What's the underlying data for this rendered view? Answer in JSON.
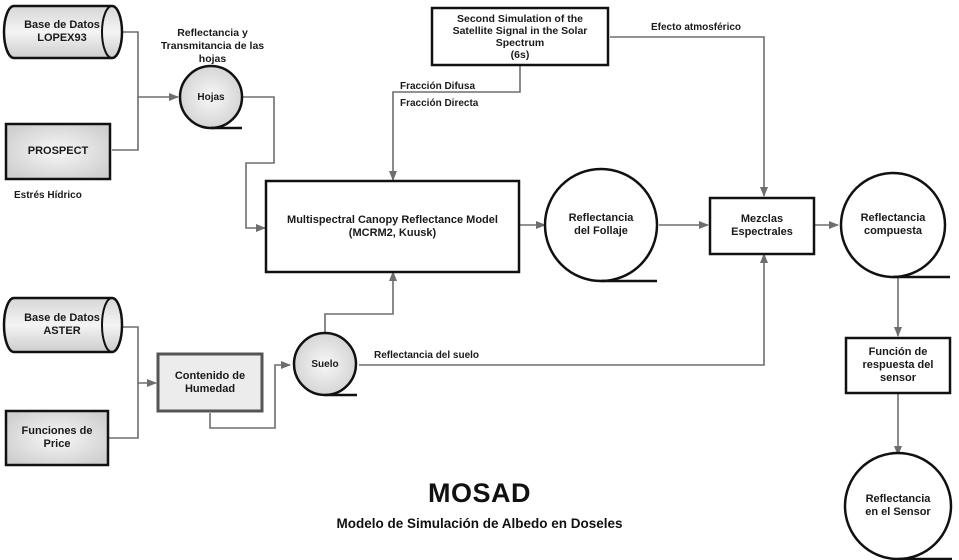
{
  "diagram": {
    "title": "MOSAD",
    "subtitle": "Modelo de Simulación de Albedo en Doseles",
    "nodes": {
      "lopex": {
        "label_1": "Base de Datos",
        "label_2": "LOPEX93",
        "shape": "cylinder"
      },
      "prospect": {
        "label": "PROSPECT",
        "shape": "box"
      },
      "hojas": {
        "label": "Hojas",
        "shape": "stored-data-circle"
      },
      "sixs": {
        "label_1": "Second Simulation of the",
        "label_2": "Satellite Signal in the Solar",
        "label_3": "Spectrum",
        "label_4": "(6s)",
        "shape": "box"
      },
      "mcrm": {
        "label_1": "Multispectral Canopy Reflectance Model",
        "label_2": "(MCRM2, Kuusk)",
        "shape": "box"
      },
      "follaje": {
        "label_1": "Reflectancia",
        "label_2": "del Follaje",
        "shape": "stored-data-circle"
      },
      "mezclas": {
        "label_1": "Mezclas",
        "label_2": "Espectrales",
        "shape": "box"
      },
      "compuesta": {
        "label_1": "Reflectancia",
        "label_2": "compuesta",
        "shape": "stored-data-circle"
      },
      "aster": {
        "label_1": "Base de Datos",
        "label_2": "ASTER",
        "shape": "cylinder"
      },
      "price": {
        "label_1": "Funciones de",
        "label_2": "Price",
        "shape": "box"
      },
      "humedad": {
        "label_1": "Contenido de",
        "label_2": "Humedad",
        "shape": "box"
      },
      "suelo": {
        "label": "Suelo",
        "shape": "stored-data-circle"
      },
      "respuesta": {
        "label_1": "Función de",
        "label_2": "respuesta del",
        "label_3": "sensor",
        "shape": "box"
      },
      "sensor": {
        "label_1": "Reflectancia",
        "label_2": "en el Sensor",
        "shape": "stored-data-circle"
      }
    },
    "edge_labels": {
      "hojas_in_1": "Reflectancia y",
      "hojas_in_2": "Transmitancia de las",
      "hojas_in_3": "hojas",
      "estres": "Estrés Hídrico",
      "difusa": "Fracción Difusa",
      "directa": "Fracción Directa",
      "atmosferico": "Efecto atmosférico",
      "suelo_refl": "Reflectancia del suelo"
    },
    "colors": {
      "line": "#6e6e6e",
      "border": "#111111",
      "fill_gray": "#e4e4e4"
    }
  }
}
